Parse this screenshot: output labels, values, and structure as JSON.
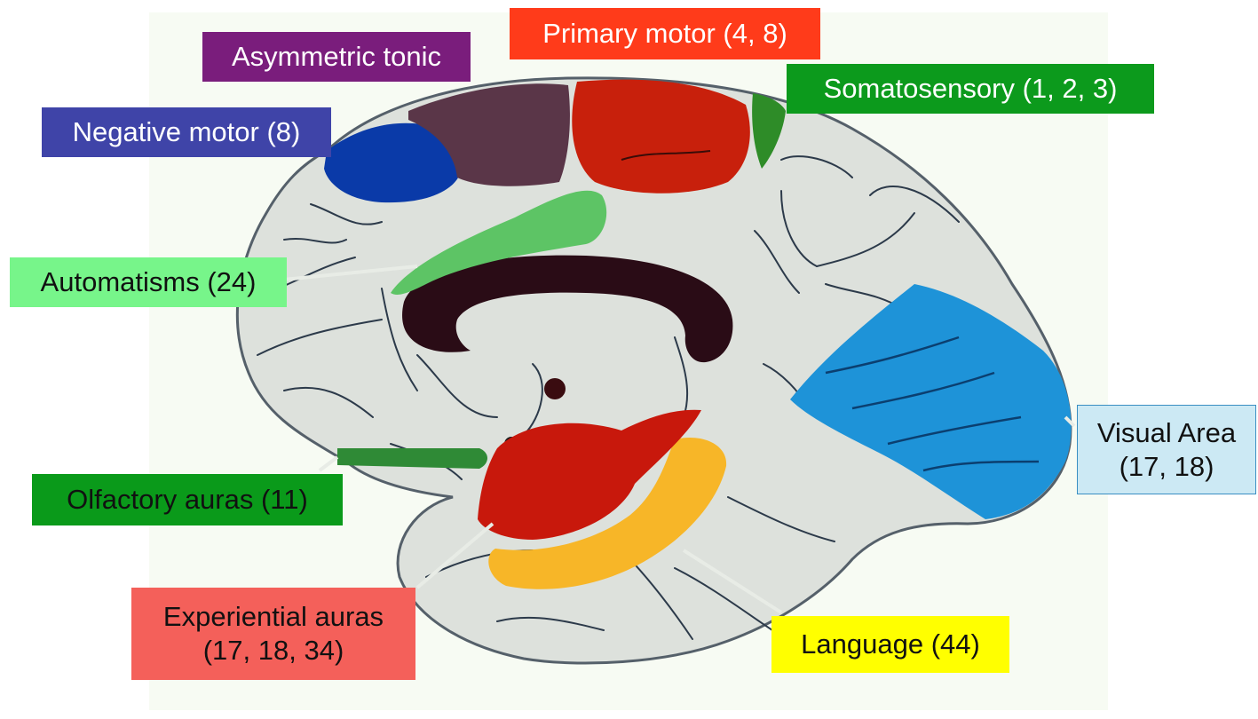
{
  "labels": {
    "primary_motor": {
      "text": "Primary motor (4, 8)",
      "bg": "#ff3b1a",
      "fg": "#ffffff"
    },
    "asymmetric_tonic": {
      "text": "Asymmetric tonic",
      "bg": "#7a1d7c",
      "fg": "#ffffff"
    },
    "somatosensory": {
      "text": "Somatosensory (1, 2, 3)",
      "bg": "#0c9a1c",
      "fg": "#ffffff"
    },
    "negative_motor": {
      "text": "Negative motor (8)",
      "bg": "#3f44a8",
      "fg": "#ffffff"
    },
    "automatisms": {
      "text": "Automatisms (24)",
      "bg": "#77f58a",
      "fg": "#111111"
    },
    "visual_area": {
      "line1": "Visual Area",
      "line2": "(17, 18)",
      "bg": "#cce9f4",
      "fg": "#111111",
      "border": "#3a8fc3"
    },
    "olfactory_auras": {
      "text": "Olfactory auras (11)",
      "bg": "#0a9a1a",
      "fg": "#111111"
    },
    "experiential_auras": {
      "line1": "Experiential auras",
      "line2": "(17, 18, 34)",
      "bg": "#f4605a",
      "fg": "#111111"
    },
    "language": {
      "text": "Language (44)",
      "bg": "#ffff00",
      "fg": "#111111"
    }
  },
  "regions": {
    "primary_motor": "#c8200c",
    "asymmetric_tonic": "#5a3648",
    "somatosensory": "#2e8c28",
    "negative_motor": "#0a3aa8",
    "automatisms": "#5dc465",
    "visual_area": "#1e93d8",
    "olfactory": "#2f8a36",
    "experiential": "#c8180c",
    "language": "#f7b628",
    "corpus_callosum": "#2a0c16"
  },
  "colors": {
    "background_panel": "#f7fbf3",
    "brain_fill": "#dde1dc",
    "sulcus_line": "#2c3a4a"
  }
}
